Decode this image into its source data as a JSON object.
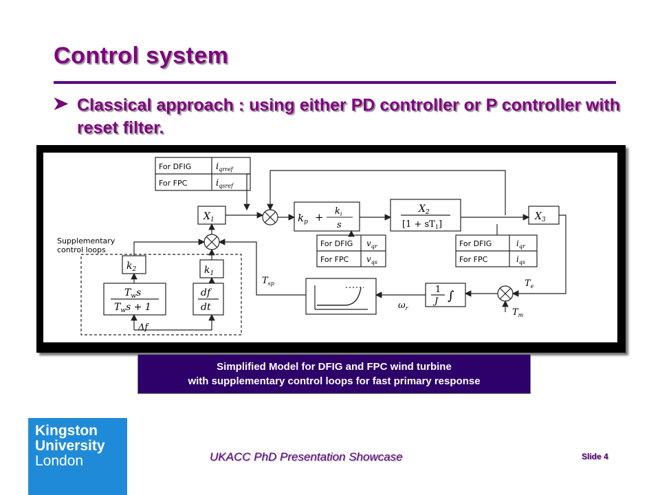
{
  "slide": {
    "title": "Control system",
    "bullet_marker": "Ø",
    "bullet_text": "Classical approach : using either PD controller or P controller with reset filter.",
    "caption_line1": "Simplified Model for DFIG and FPC wind turbine",
    "caption_line2": "with supplementary control loops for fast primary response",
    "footer": "UKACC PhD Presentation Showcase",
    "slide_number": "Slide 4",
    "colors": {
      "title": "#800080",
      "rule": "#5a0082",
      "caption_bg": "#2d006a",
      "logo_bg": "#1f8bd8"
    }
  },
  "logo": {
    "line1": "Kingston",
    "line2": "University",
    "line3": "London"
  },
  "diagram": {
    "for_dfig": "For DFIG",
    "for_fpc": "For FPC",
    "iqrref": "i",
    "iqrref_sub": "qrref",
    "iqsref": "i",
    "iqsref_sub": "qsref",
    "x1": "X",
    "x1_sub": "1",
    "x2": "X",
    "x2_sub": "2",
    "x3": "X",
    "x3_sub": "3",
    "kp": "k",
    "kp_sub": "p",
    "plus": "+",
    "ki": "k",
    "ki_sub": "i",
    "s": "s",
    "lag_den": "[1 + sT",
    "lag_den_sub": "1",
    "lag_den_end": "]",
    "vqr": "v",
    "vqr_sub": "qr",
    "vqs": "v",
    "vqs_sub": "qs",
    "iqr": "i",
    "iqr_sub": "qr",
    "iqs": "i",
    "iqs_sub": "qs",
    "supp_line1": "Supplementary",
    "supp_line2": "control loops",
    "k2": "k",
    "k2_sub": "2",
    "k1": "k",
    "k1_sub": "1",
    "tw_num": "T",
    "tw_num_sub": "w",
    "tw_num_s": "s",
    "tw_den": "T",
    "tw_den_sub": "w",
    "tw_den_rest": "s + 1",
    "df": "df",
    "dt": "dt",
    "delta_f": "Δf",
    "tsp": "T",
    "tsp_sub": "sp",
    "omega_r": "ω",
    "omega_r_sub": "r",
    "one": "1",
    "j": "J",
    "integral": "∫",
    "te": "T",
    "te_sub": "e",
    "tm": "T",
    "tm_sub": "m"
  }
}
